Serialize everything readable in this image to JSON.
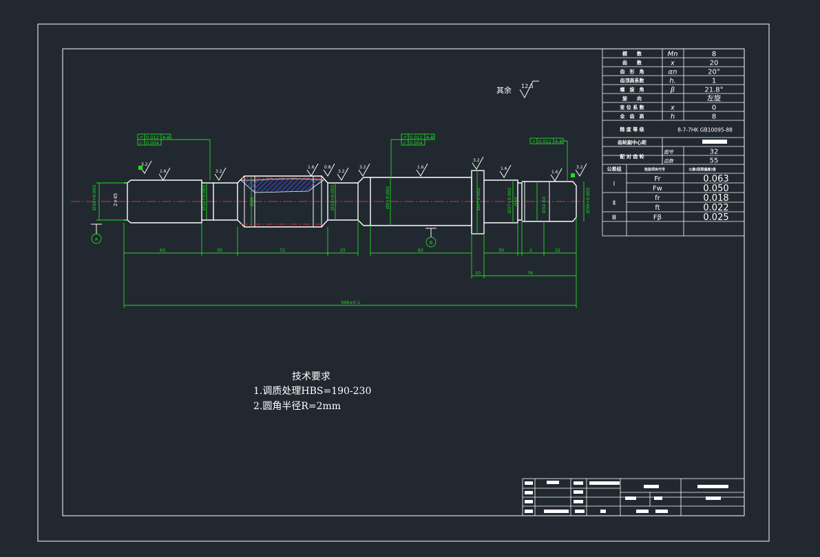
{
  "drawing": {
    "other_roughness_label": "其余",
    "other_roughness_value": "12.5",
    "tech_req": {
      "title": "技术要求",
      "items": [
        "1.调质处理HBS=190-230",
        "2.圆角半径R=2mm"
      ]
    },
    "datums": [
      "A",
      "B"
    ],
    "tolerance_frames": [
      {
        "sym": "↗",
        "value": "0.012",
        "ref": "A-B"
      },
      {
        "sym": "⌭",
        "value": "0.004",
        "ref": ""
      },
      {
        "sym": "↗",
        "value": "0.012",
        "ref": "A-B"
      },
      {
        "sym": "⌭",
        "value": "0.004",
        "ref": ""
      },
      {
        "sym": "↗",
        "value": "0.012",
        "ref": "A-B"
      }
    ],
    "roughness": [
      "3.2",
      "1.6",
      "3.2",
      "1.6",
      "0.8",
      "3.2",
      "3.2",
      "1.6",
      "3.2",
      "1.6",
      "1.6",
      "3.2"
    ],
    "diameters": [
      "Ø30+0.002",
      "Ø32+0.002",
      "Ø40",
      "Ø32+0.002",
      "Ø0+0.002",
      "Ø0+0.002",
      "Ø37+0.002",
      "Ø38",
      "Ø32-6d",
      "Ø30+0.002"
    ],
    "dims": {
      "d63": "63",
      "d30a": "30",
      "d72": "72",
      "d25": "25",
      "d82": "82",
      "d30b": "30",
      "d2": "2",
      "d32": "32",
      "d10": "10",
      "d76": "76",
      "total": "368±0.1"
    },
    "chamfer": "2×45"
  },
  "gear_table": {
    "rows": [
      {
        "label": "模　　数",
        "sym": "Mn",
        "value": "8"
      },
      {
        "label": "齿　　数",
        "sym": "x",
        "value": "20"
      },
      {
        "label": "齿　形　角",
        "sym": "αn",
        "value": "20°"
      },
      {
        "label": "齿顶高系数",
        "sym": "h.",
        "value": "1"
      },
      {
        "label": "螺　旋　角",
        "sym": "β",
        "value": "21.8°"
      },
      {
        "label": "旋　　向",
        "sym": "",
        "value": "左旋"
      },
      {
        "label": "变 位 系 数",
        "sym": "x",
        "value": "0"
      },
      {
        "label": "全　齿　高",
        "sym": "h",
        "value": "8"
      },
      {
        "label": "精 度 等 级",
        "sym": "",
        "value": "8-7-7HK GB10095-88"
      },
      {
        "label": "齿轮副中心距",
        "sym": "",
        "value": ""
      },
      {
        "label": "配 对 齿 轮",
        "sym": "图号",
        "value": "32"
      },
      {
        "label": "",
        "sym": "齿数",
        "value": "55"
      }
    ],
    "tol_header": [
      "公差组",
      "检验项目代号",
      "公差(极限偏差)值"
    ],
    "tol_groups": [
      {
        "group": "Ⅰ",
        "items": [
          {
            "code": "Fr",
            "value": "0.063"
          },
          {
            "code": "Fw",
            "value": "0.050"
          }
        ]
      },
      {
        "group": "Ⅱ",
        "items": [
          {
            "code": "fr",
            "value": "0.018"
          },
          {
            "code": "ft",
            "value": "0.022"
          }
        ]
      },
      {
        "group": "Ⅲ",
        "items": [
          {
            "code": "Fβ",
            "value": "0.025"
          }
        ]
      }
    ]
  },
  "colors": {
    "background": "#212830",
    "outline": "#ffffff",
    "dimension": "#22dd22",
    "centerline": "#e03030",
    "hatch": "#3a4ad8"
  }
}
